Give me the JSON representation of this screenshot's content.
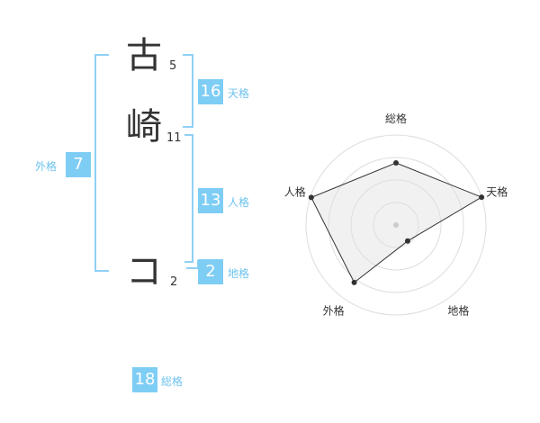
{
  "name": {
    "chars": [
      {
        "char": "古",
        "strokes": "5"
      },
      {
        "char": "崎",
        "strokes": "11"
      },
      {
        "char": "コ",
        "strokes": "2"
      }
    ]
  },
  "kaku": {
    "tenkaku": {
      "value": "16",
      "label": "天格"
    },
    "jinkaku": {
      "value": "13",
      "label": "人格"
    },
    "chikaku": {
      "value": "2",
      "label": "地格"
    },
    "gaikaku": {
      "value": "7",
      "label": "外格"
    },
    "soukaku": {
      "value": "18",
      "label": "総格"
    }
  },
  "colors": {
    "accent": "#7ecdf5",
    "bracket": "#8ed0f4"
  },
  "chart_data": {
    "type": "radar",
    "axes": [
      "総格",
      "天格",
      "地格",
      "外格",
      "人格"
    ],
    "values": [
      0.69,
      1.0,
      0.22,
      0.79,
      0.99
    ],
    "range": [
      0,
      1
    ],
    "rings": 4
  }
}
